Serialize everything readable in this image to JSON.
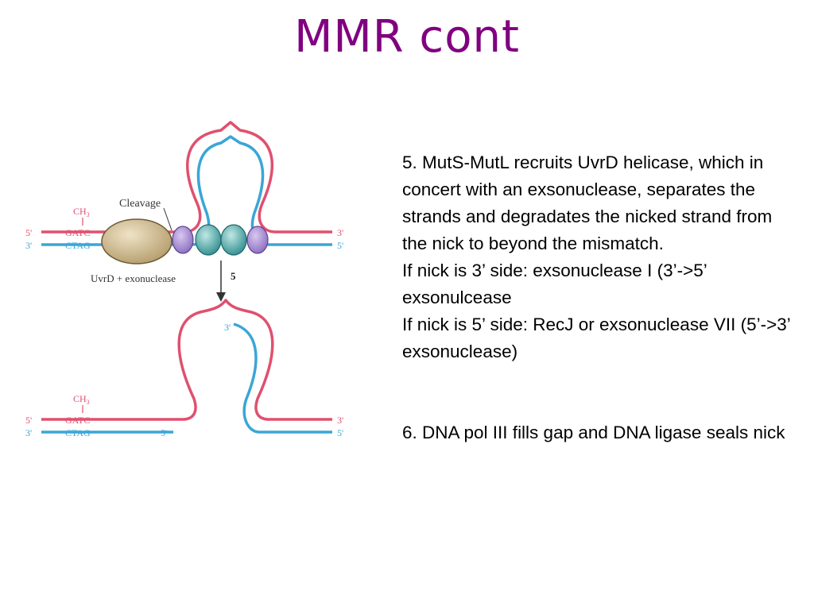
{
  "title": "MMR cont",
  "figure": {
    "cleavage_label": "Cleavage",
    "ch3": "CH",
    "ch3_sub": "3",
    "gatc": "GATC",
    "ctag": "CTAG",
    "prime5": "5'",
    "prime3": "3'",
    "enzyme_label": "UvrD + exonuclease",
    "step_number": "5",
    "colors": {
      "top_strand": "#e0506e",
      "bottom_strand": "#3aa6d6",
      "cleavage_enzyme": "#c7b38a",
      "mutl": "#9b7fc9",
      "muts": "#3b9a9a"
    }
  },
  "text": {
    "step5": "5. MutS-MutL recruits UvrD helicase, which in concert with an exsonuclease, separates the strands and degradates the nicked strand from the nick to beyond the mismatch.",
    "nick3": "If nick is 3’ side: exsonuclease I (3’->5’ exsonulcease",
    "nick5": "If nick is 5’ side: RecJ or exsonuclease VII (5’->3’ exsonuclease)",
    "step6": "6. DNA pol III fills gap and DNA ligase seals nick"
  }
}
